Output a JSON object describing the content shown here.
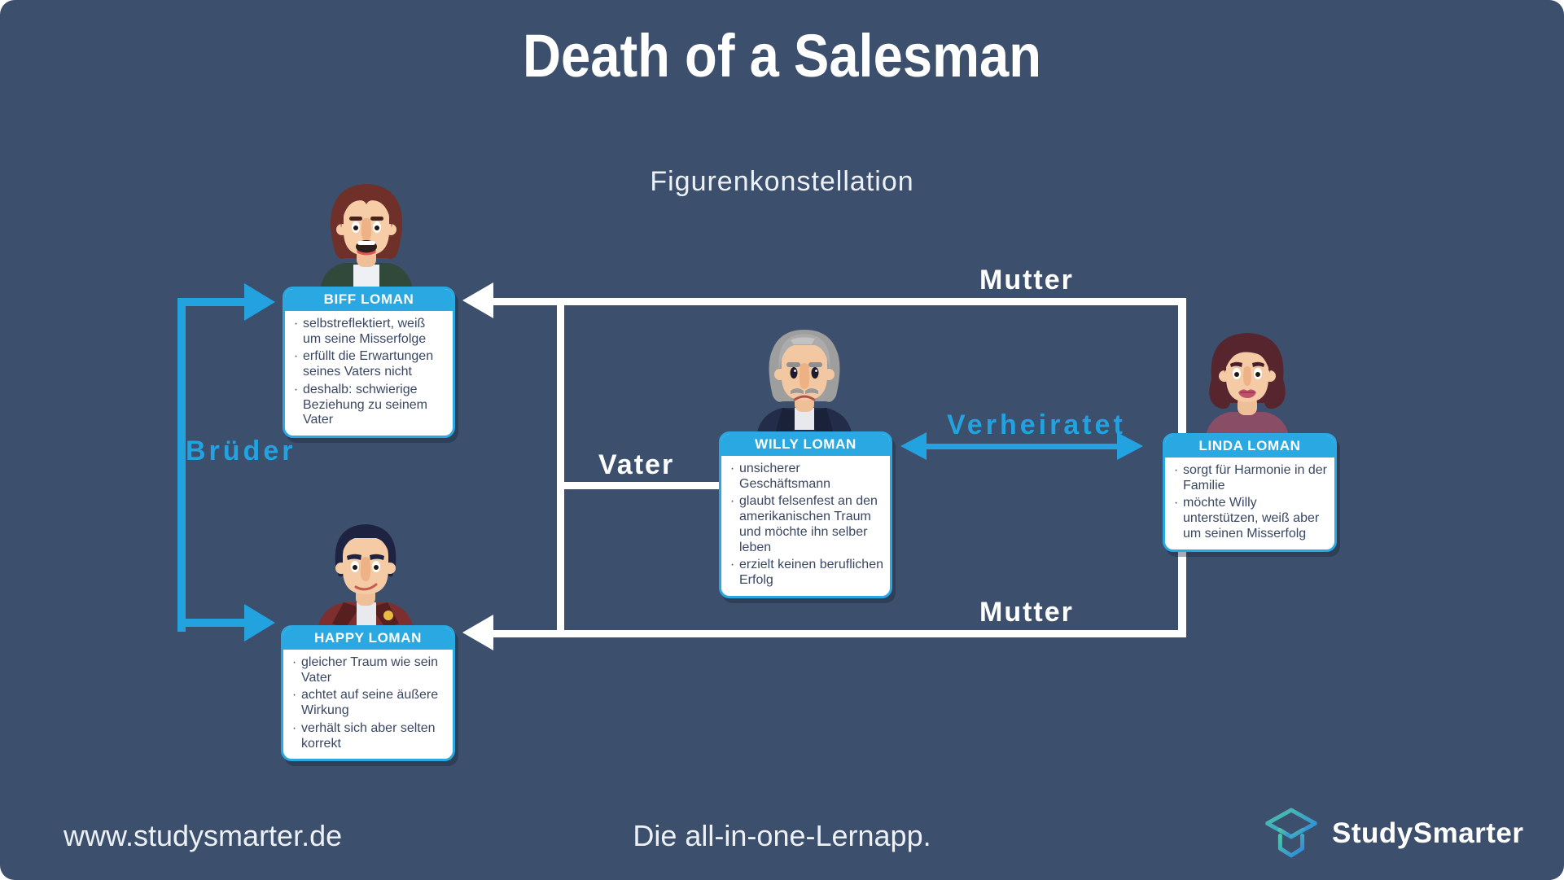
{
  "title": "Death of a Salesman",
  "subtitle": "Figurenkonstellation",
  "relationships": {
    "brothers": "Brüder",
    "father": "Vater",
    "mother_top": "Mutter",
    "mother_bottom": "Mutter",
    "married": "Verheiratet"
  },
  "characters": {
    "biff": {
      "name": "BIFF LOMAN",
      "traits": [
        "selbstreflektiert, weiß um seine Misserfolge",
        "erfüllt die Erwartungen seines Vaters nicht",
        "deshalb: schwierige Beziehung zu seinem Vater"
      ]
    },
    "willy": {
      "name": "WILLY LOMAN",
      "traits": [
        "unsicherer Geschäftsmann",
        "glaubt felsenfest an den amerikanischen Traum und möchte ihn selber leben",
        "erzielt keinen beruflichen Erfolg"
      ]
    },
    "linda": {
      "name": "LINDA LOMAN",
      "traits": [
        "sorgt für Harmonie in der Familie",
        "möchte Willy unterstützen, weiß aber um seinen Misserfolg"
      ]
    },
    "happy": {
      "name": "HAPPY LOMAN",
      "traits": [
        "gleicher Traum wie sein Vater",
        "achtet auf seine äußere Wirkung",
        "verhält sich aber selten korrekt"
      ]
    }
  },
  "footer": {
    "website": "www.studysmarter.de",
    "tagline": "Die all-in-one-Lernapp.",
    "brand": "StudySmarter"
  },
  "colors": {
    "background": "#3C4F6D",
    "accent_blue": "#29A8E1",
    "line_white": "#FFFFFF",
    "card_text": "#3A4763"
  }
}
